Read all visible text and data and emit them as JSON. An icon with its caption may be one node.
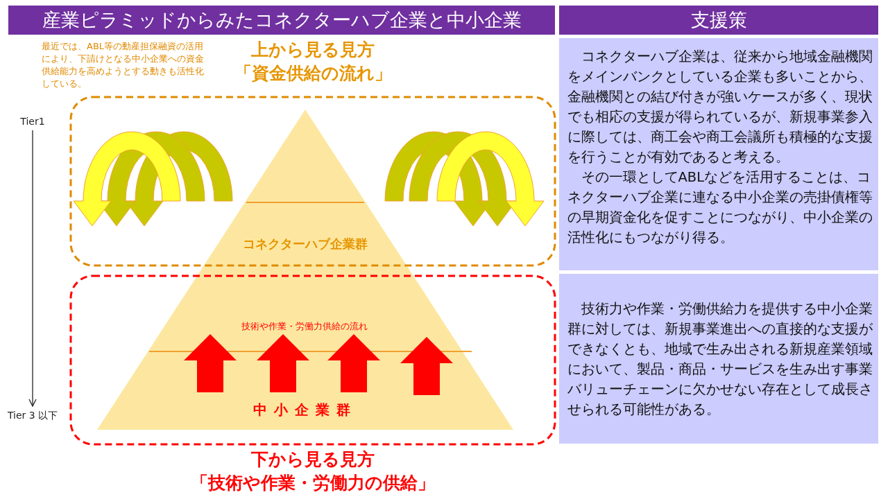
{
  "diagram": {
    "title": "産業ピラミッドからみたコネクターハブ企業と中小企業",
    "nodes": [
      {
        "text": [
          "上から見る見方",
          "「資金供給の流れ」"
        ]
      },
      {
        "text": [
          "下から見る見方",
          "「技術や作業・労働力の供給」"
        ]
      },
      {
        "text": [
          "コネクターハブ企業群"
        ],
        "in": 0
      },
      {
        "text": [
          "中小企業群"
        ],
        "in": 1
      },
      {
        "text": [
          "コネクターハブ企業は、従来から地域金融機関をメインバンクとしている企業も多いことから、金融機関との結び付きが強いケースが多く、現状でも相応の支援が得られているが、新規事業参入に際しては、商工会や商工会議所も積極的な支援を行うことが有効であると考える。",
          "その一環としてABLなどを活用することは、コネクターハブ企業に連なる中小企業の売掛債権等の早期資金化を促すことにつながり、中小企業の活性化にもつながり得る。"
        ]
      },
      {
        "text": [
          "技術力や作業・労働供給力を提供する中小企業群に対しては、新規事業進出への直接的な支援ができなくとも、地域で生み出される新規産業領域において、製品・商品・サービスを生み出す事業バリューチェーンに欠かせない存在として成長させられる可能性がある。"
        ]
      },
      {
        "text": [
          "Tier1"
        ]
      },
      {
        "text": [
          "Tier 3 以下"
        ]
      }
    ],
    "edges": [
      {
        "from": 6,
        "to": 7,
        "arrow": "to"
      }
    ],
    "labels": [
      "支援策",
      "最近では、ABL等の動産担保融資の活用により、下請けとなる中小企業への資金供給能力を高めようとする動きも活性化している。",
      "技術や作業・労働力供給の流れ"
    ]
  }
}
